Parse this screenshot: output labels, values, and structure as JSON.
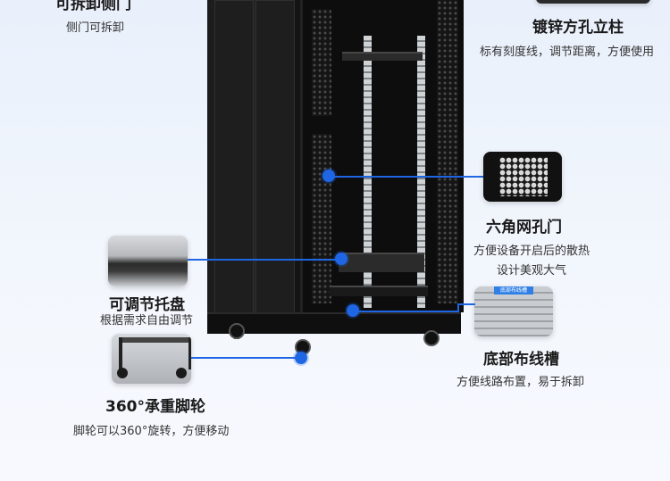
{
  "features": {
    "side_door": {
      "title": "可拆卸侧门",
      "desc": "侧门可拆卸"
    },
    "square_post": {
      "title": "镀锌方孔立柱",
      "desc": "标有刻度线，调节距离，方便使用"
    },
    "hex_door": {
      "title": "六角网孔门",
      "desc1": "方便设备开启后的散热",
      "desc2": "设计美观大气"
    },
    "tray": {
      "title": "可调节托盘",
      "desc": "根据需求自由调节"
    },
    "cable_trough": {
      "title": "底部布线槽",
      "desc": "方便线路布置，易于拆卸",
      "thumb_label": "底部布线槽"
    },
    "wheels": {
      "title": "360°承重脚轮",
      "desc": "脚轮可以360°旋转，方便移动"
    }
  },
  "colors": {
    "accent": "#1f66e5",
    "cabinet": "#141414",
    "background": "#eef3fb"
  }
}
